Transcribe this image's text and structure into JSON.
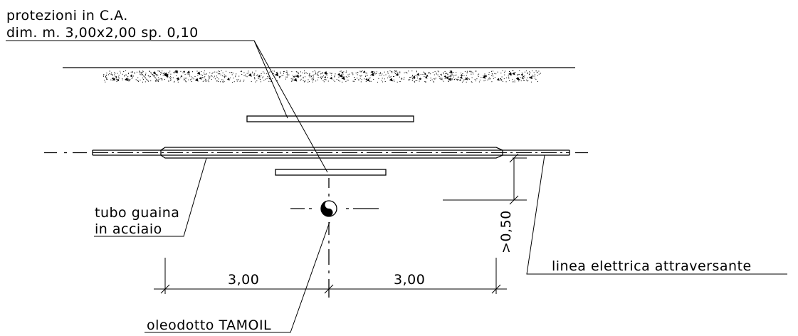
{
  "labels": {
    "protection_line1": "protezioni in C.A.",
    "protection_line2": "dim. m. 3,00x2,00 sp. 0,10",
    "sleeve_line1": "tubo guaina",
    "sleeve_line2": "in acciaio",
    "power_line": "linea elettrica attraversante",
    "pipeline": "oleodotto TAMOIL",
    "dim_left": "3,00",
    "dim_right": "3,00",
    "dim_vertical": ">0,50"
  }
}
